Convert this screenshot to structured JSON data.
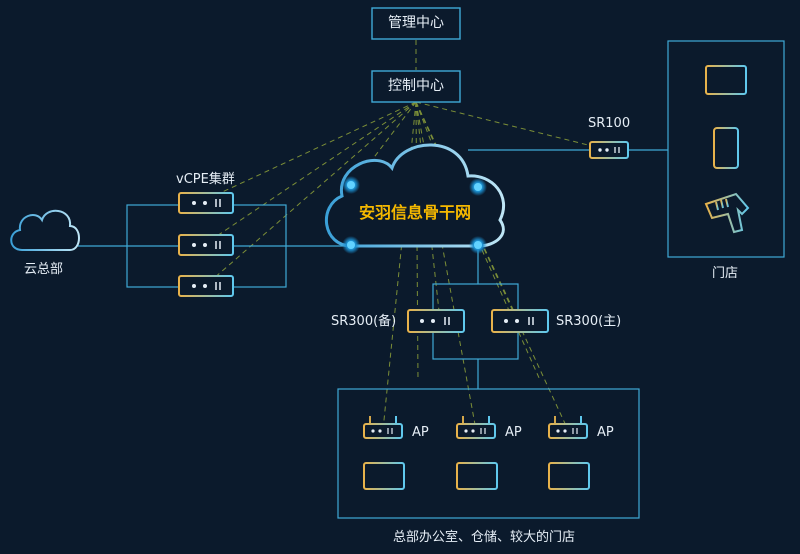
{
  "nodes": {
    "management_center": "管理中心",
    "control_center": "控制中心",
    "backbone": "安羽信息骨干网",
    "cloud_hq": "云总部",
    "vcpe_cluster": "vCPE集群",
    "sr100": "SR100",
    "store": "门店",
    "sr300_backup": "SR300(备)",
    "sr300_main": "SR300(主)",
    "ap_label": "AP",
    "office_group": "总部办公室、仓储、较大的门店"
  },
  "colors": {
    "background": "#0b1a2c",
    "box_border": "#3fa9d6",
    "cloud_stroke": "#49b6e8",
    "dashed_link": "#8fa33a",
    "backbone_text": "#f5b800",
    "device_gold": "#d3a64a"
  }
}
